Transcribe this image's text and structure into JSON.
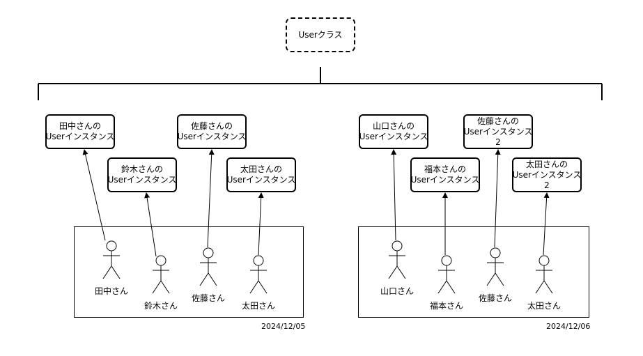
{
  "class_box": {
    "label": "Userクラス"
  },
  "boxes": [
    {
      "line1": "田中さんの",
      "line2": "Userインスタンス",
      "line3": ""
    },
    {
      "line1": "鈴木さんの",
      "line2": "Userインスタンス",
      "line3": ""
    },
    {
      "line1": "佐藤さんの",
      "line2": "Userインスタンス",
      "line3": ""
    },
    {
      "line1": "太田さんの",
      "line2": "Userインスタンス",
      "line3": ""
    },
    {
      "line1": "山口さんの",
      "line2": "Userインスタンス",
      "line3": ""
    },
    {
      "line1": "福本さんの",
      "line2": "Userインスタンス",
      "line3": ""
    },
    {
      "line1": "佐藤さんの",
      "line2": "Userインスタンス",
      "line3": "2"
    },
    {
      "line1": "太田さんの",
      "line2": "Userインスタンス",
      "line3": "2"
    }
  ],
  "actors": [
    {
      "label": "田中さん"
    },
    {
      "label": "鈴木さん"
    },
    {
      "label": "佐藤さん"
    },
    {
      "label": "太田さん"
    },
    {
      "label": "山口さん"
    },
    {
      "label": "福本さん"
    },
    {
      "label": "佐藤さん"
    },
    {
      "label": "太田さん"
    }
  ],
  "dates": [
    "2024/12/05",
    "2024/12/06"
  ]
}
